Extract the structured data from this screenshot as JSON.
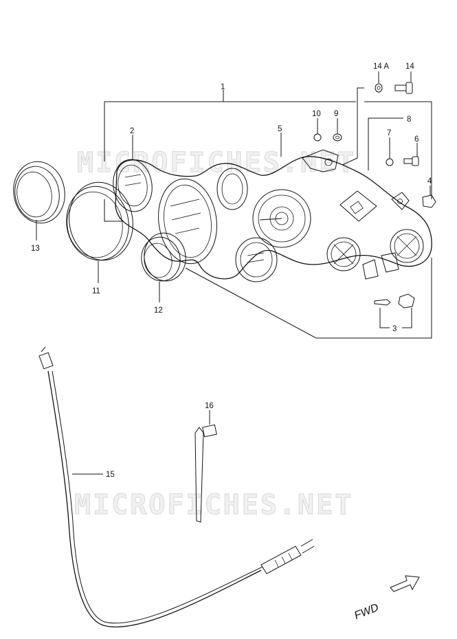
{
  "watermarks": [
    "MICROFICHES.NET",
    "MICROFICHES.NET"
  ],
  "callouts": {
    "p1": "1",
    "p2": "2",
    "p3": "3",
    "p4": "4",
    "p5": "5",
    "p6": "6",
    "p7": "7",
    "p8": "8",
    "p9": "9",
    "p10": "10",
    "p11": "11",
    "p12": "12",
    "p13": "13",
    "p14": "14",
    "p14a": "14 A",
    "p15": "15",
    "p16": "16"
  },
  "fwd_label": "FWD"
}
